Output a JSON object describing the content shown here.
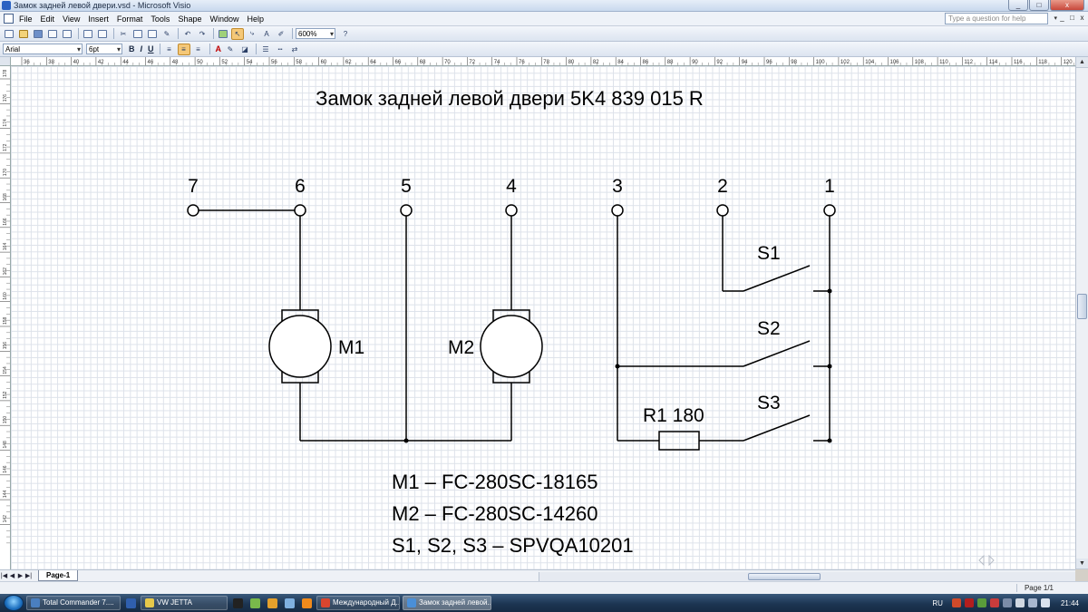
{
  "window": {
    "title": "Замок задней левой двери.vsd - Microsoft Visio",
    "buttons": [
      "_",
      "□",
      "x"
    ]
  },
  "menu": {
    "items": [
      "File",
      "Edit",
      "View",
      "Insert",
      "Format",
      "Tools",
      "Shape",
      "Window",
      "Help"
    ],
    "help_placeholder": "Type a question for help",
    "mdi_buttons": [
      "_",
      "□",
      "x"
    ]
  },
  "toolbar": {
    "zoom": "600%",
    "font": "Arial",
    "font_size": "6pt",
    "bold": "B",
    "italic": "I",
    "underline": "U",
    "font_color_glyph": "A"
  },
  "ruler": {
    "top_ticks": [
      "36",
      "38",
      "40",
      "42",
      "44",
      "46",
      "48",
      "50",
      "52",
      "54",
      "56",
      "58",
      "60",
      "62",
      "64",
      "66",
      "68",
      "70",
      "72",
      "74",
      "76",
      "78",
      "80",
      "82",
      "84",
      "86",
      "88",
      "90",
      "92",
      "94",
      "96",
      "98",
      "100",
      "102",
      "104",
      "106",
      "108",
      "110",
      "112",
      "114",
      "116",
      "118",
      "120"
    ],
    "left_ticks": [
      "178",
      "176",
      "174",
      "172",
      "170",
      "168",
      "166",
      "164",
      "162",
      "160",
      "158",
      "156",
      "154",
      "152",
      "150",
      "148",
      "146",
      "144",
      "142"
    ]
  },
  "diagram": {
    "title": "Замок задней левой двери 5K4 839 015 R",
    "pins": [
      "7",
      "6",
      "5",
      "4",
      "3",
      "2",
      "1"
    ],
    "motors": [
      "M1",
      "M2"
    ],
    "switches": [
      "S1",
      "S2",
      "S3"
    ],
    "resistor": "R1 180",
    "notes": [
      "M1 – FC-280SC-18165",
      "M2 – FC-280SC-14260",
      "S1, S2, S3 – SPVQA10201"
    ]
  },
  "page_tabs": {
    "nav": [
      "|◀",
      "◀",
      "▶",
      "▶|"
    ],
    "current": "Page-1"
  },
  "status": {
    "page": "Page 1/1"
  },
  "taskbar": {
    "buttons": [
      {
        "label": "Total Commander 7....",
        "color": "#4a7fc0"
      },
      {
        "label": "VW JETTA",
        "color": "#e6c84a"
      },
      {
        "label": "Международный Д...",
        "color": "#d9452f"
      },
      {
        "label": "Замок задней левой...",
        "color": "#4a8fd8"
      }
    ],
    "lang": "RU",
    "clock": "21:44"
  }
}
